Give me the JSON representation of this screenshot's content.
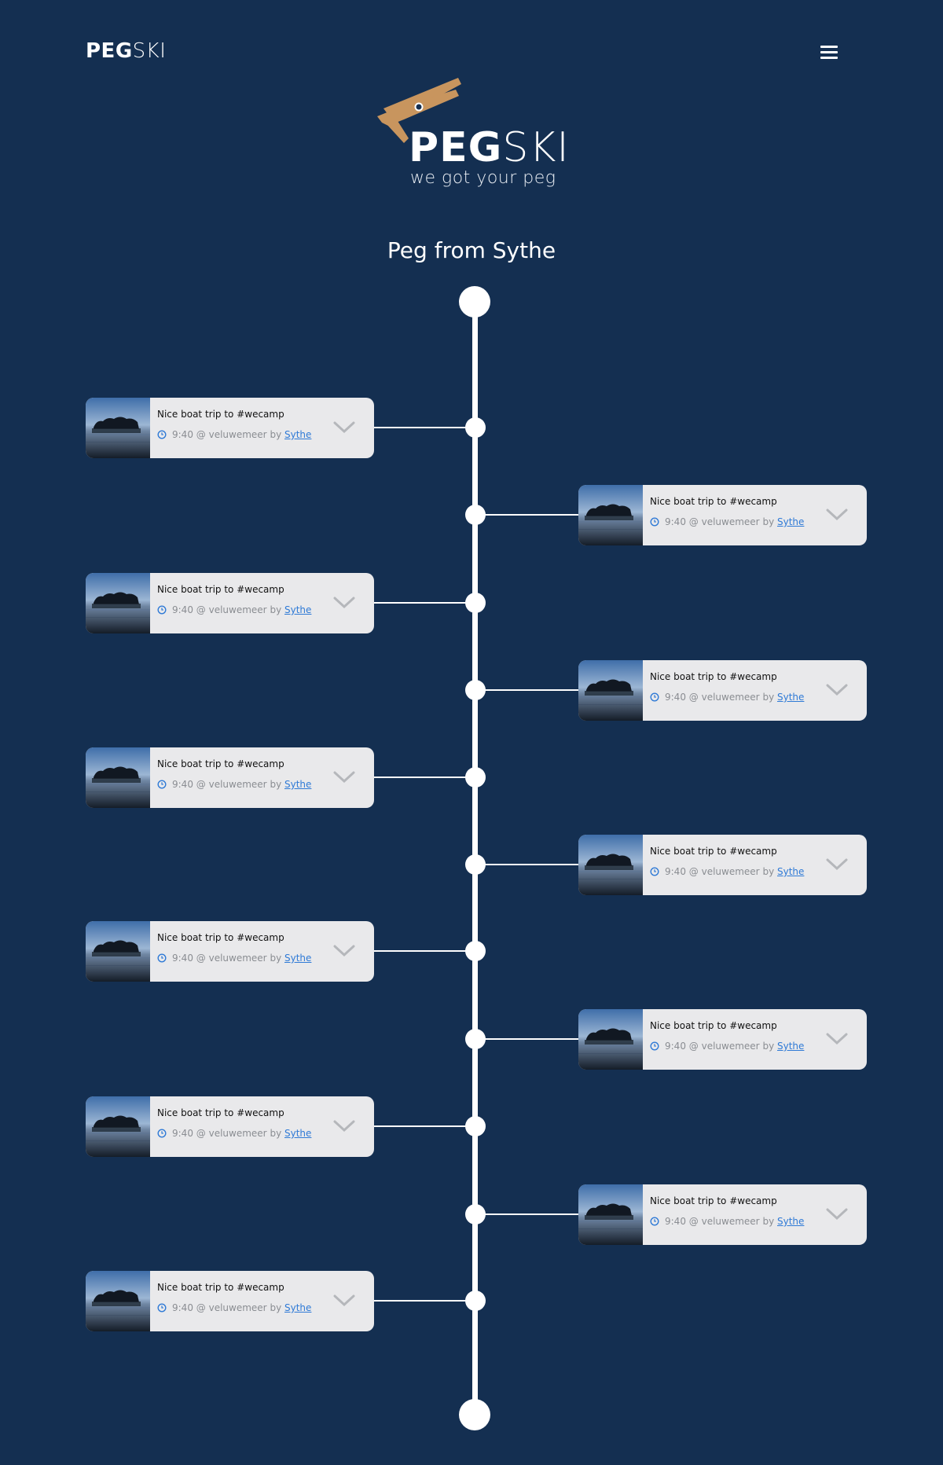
{
  "header": {
    "brand_bold": "PEG",
    "brand_light": "SKI",
    "menu_icon": "hamburger-menu-icon"
  },
  "logo": {
    "bold": "PEG",
    "light": "SKI",
    "tagline": "we got your peg",
    "icon": "clothespin-icon",
    "color": "#c8955e"
  },
  "page_title": "Peg from Sythe",
  "colors": {
    "background": "#142f51",
    "card": "#e9e9eb",
    "link": "#2f7ad6",
    "muted": "#8a8d92"
  },
  "timeline": {
    "items": [
      {
        "side": "left",
        "title": "Nice boat trip to #wecamp",
        "time": "9:40",
        "at": "@",
        "place": "veluwemeer",
        "by": "by",
        "author": "Sythe"
      },
      {
        "side": "right",
        "title": "Nice boat trip to #wecamp",
        "time": "9:40",
        "at": "@",
        "place": "veluwemeer",
        "by": "by",
        "author": "Sythe"
      },
      {
        "side": "left",
        "title": "Nice boat trip to #wecamp",
        "time": "9:40",
        "at": "@",
        "place": "veluwemeer",
        "by": "by",
        "author": "Sythe"
      },
      {
        "side": "right",
        "title": "Nice boat trip to #wecamp",
        "time": "9:40",
        "at": "@",
        "place": "veluwemeer",
        "by": "by",
        "author": "Sythe"
      },
      {
        "side": "left",
        "title": "Nice boat trip to #wecamp",
        "time": "9:40",
        "at": "@",
        "place": "veluwemeer",
        "by": "by",
        "author": "Sythe"
      },
      {
        "side": "right",
        "title": "Nice boat trip to #wecamp",
        "time": "9:40",
        "at": "@",
        "place": "veluwemeer",
        "by": "by",
        "author": "Sythe"
      },
      {
        "side": "left",
        "title": "Nice boat trip to #wecamp",
        "time": "9:40",
        "at": "@",
        "place": "veluwemeer",
        "by": "by",
        "author": "Sythe"
      },
      {
        "side": "right",
        "title": "Nice boat trip to #wecamp",
        "time": "9:40",
        "at": "@",
        "place": "veluwemeer",
        "by": "by",
        "author": "Sythe"
      },
      {
        "side": "left",
        "title": "Nice boat trip to #wecamp",
        "time": "9:40",
        "at": "@",
        "place": "veluwemeer",
        "by": "by",
        "author": "Sythe"
      },
      {
        "side": "right",
        "title": "Nice boat trip to #wecamp",
        "time": "9:40",
        "at": "@",
        "place": "veluwemeer",
        "by": "by",
        "author": "Sythe"
      },
      {
        "side": "left",
        "title": "Nice boat trip to #wecamp",
        "time": "9:40",
        "at": "@",
        "place": "veluwemeer",
        "by": "by",
        "author": "Sythe"
      }
    ]
  }
}
